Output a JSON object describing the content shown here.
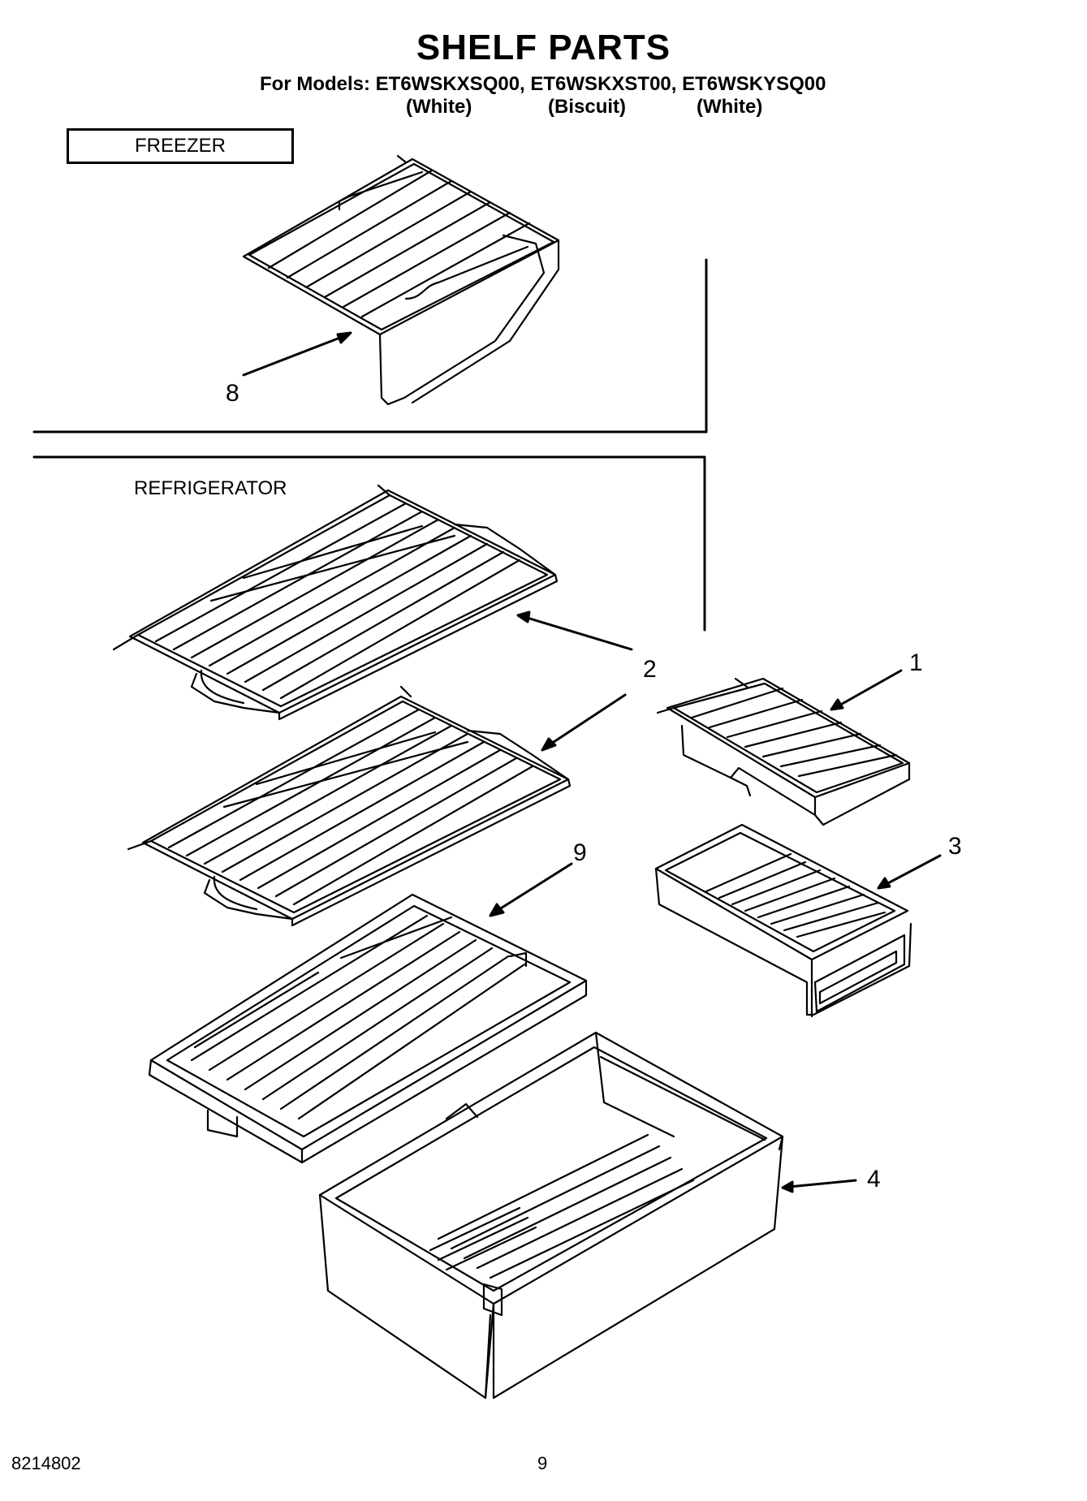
{
  "title": "SHELF PARTS",
  "models_line": "For Models: ET6WSKXSQ00, ET6WSKXST00, ET6WSKYSQ00",
  "variants": [
    "(White)",
    "(Biscuit)",
    "(White)"
  ],
  "sections": {
    "freezer": "FREEZER",
    "refrigerator": "REFRIGERATOR"
  },
  "callouts": {
    "c1": "1",
    "c2": "2",
    "c3": "3",
    "c4": "4",
    "c8": "8",
    "c9": "9"
  },
  "footer": {
    "doc_number": "8214802",
    "page": "9"
  }
}
